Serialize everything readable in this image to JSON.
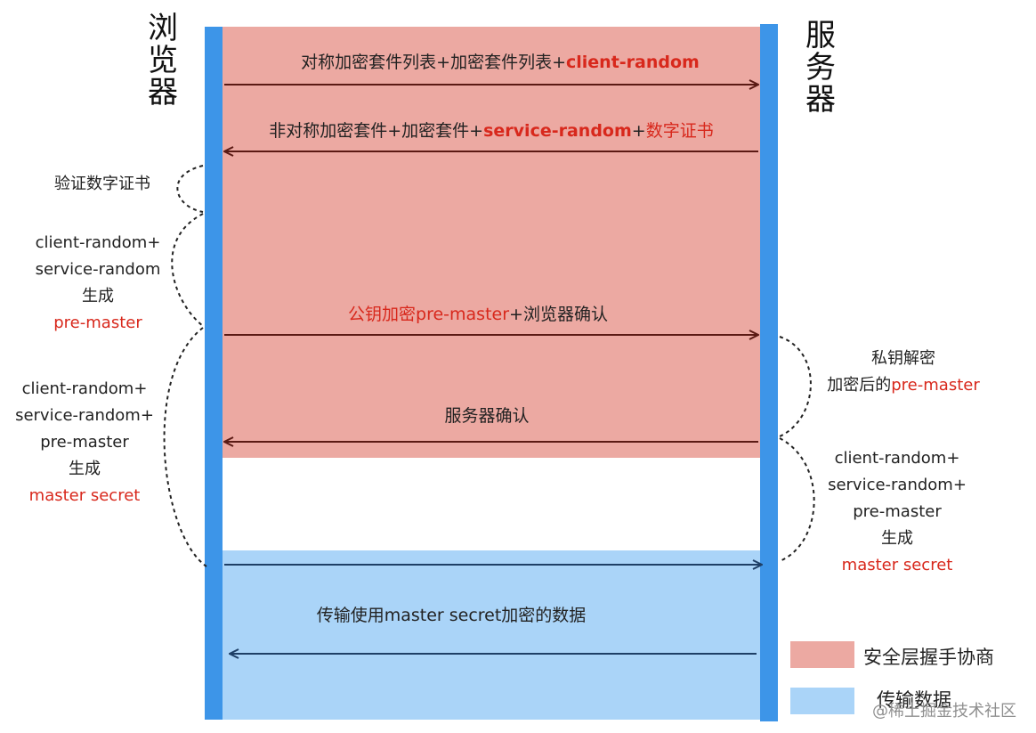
{
  "actors": {
    "browser": "浏览器",
    "server": "服务器"
  },
  "messages": {
    "m1": {
      "text": "对称加密套件列表+加密套件列表+",
      "highlight": "client-random"
    },
    "m2": {
      "text1": "非对称加密套件+加密套件+",
      "highlight": "service-random",
      "text2": "+",
      "highlight2": "数字证书"
    },
    "m3": {
      "highlight": "公钥加密",
      "highlight2": "pre-master",
      "text": "+浏览器确认"
    },
    "m4": {
      "text": "服务器确认"
    },
    "m5": {
      "text": "传输使用master secret加密的数据"
    }
  },
  "browser_notes": {
    "verify": "验证数字证书",
    "premaster": {
      "line1": "client-random+",
      "line2": "service-random",
      "line3": "生成",
      "line4": "pre-master"
    },
    "master": {
      "line1": "client-random+",
      "line2": "service-random+",
      "line3": "pre-master",
      "line4": "生成",
      "line5": "master secret"
    }
  },
  "server_notes": {
    "decrypt": {
      "line1": "私钥解密",
      "line2a": "加密后的",
      "line2b": "pre-master"
    },
    "master": {
      "line1": "client-random+",
      "line2": "service-random+",
      "line3": "pre-master",
      "line4": "生成",
      "line5": "master secret"
    }
  },
  "legend": {
    "handshake": "安全层握手协商",
    "transfer": "传输数据"
  },
  "watermark": "@稀土掘金技术社区",
  "colors": {
    "handshake_zone": "#eca9a2",
    "transfer_zone": "#aad4f8",
    "lifeline": "#3d95e8",
    "highlight": "#d8281c",
    "arrow_red_zone": "#5b1a14",
    "arrow_blue_zone": "#1e3f66"
  }
}
